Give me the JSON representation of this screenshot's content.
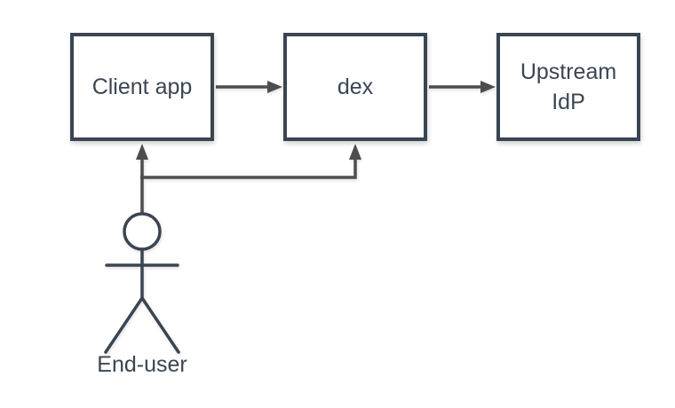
{
  "diagram": {
    "type": "flow-diagram",
    "nodes": {
      "client_app": {
        "label": "Client app"
      },
      "dex": {
        "label": "dex"
      },
      "upstream_idp": {
        "label": "Upstream\nIdP"
      }
    },
    "actor": {
      "label": "End-user"
    },
    "edges": [
      {
        "from": "Client app",
        "to": "dex",
        "style": "arrow-right"
      },
      {
        "from": "dex",
        "to": "Upstream IdP",
        "style": "arrow-right"
      },
      {
        "from": "End-user",
        "to": "Client app",
        "style": "arrow-up"
      },
      {
        "from": "End-user",
        "to": "dex",
        "style": "arrow-up-elbow"
      }
    ],
    "colors": {
      "node_stroke": "#3a4552",
      "node_fill": "#ffffff",
      "connector": "#4d4d4d",
      "text": "#3a4552",
      "background": "#ffffff"
    }
  }
}
